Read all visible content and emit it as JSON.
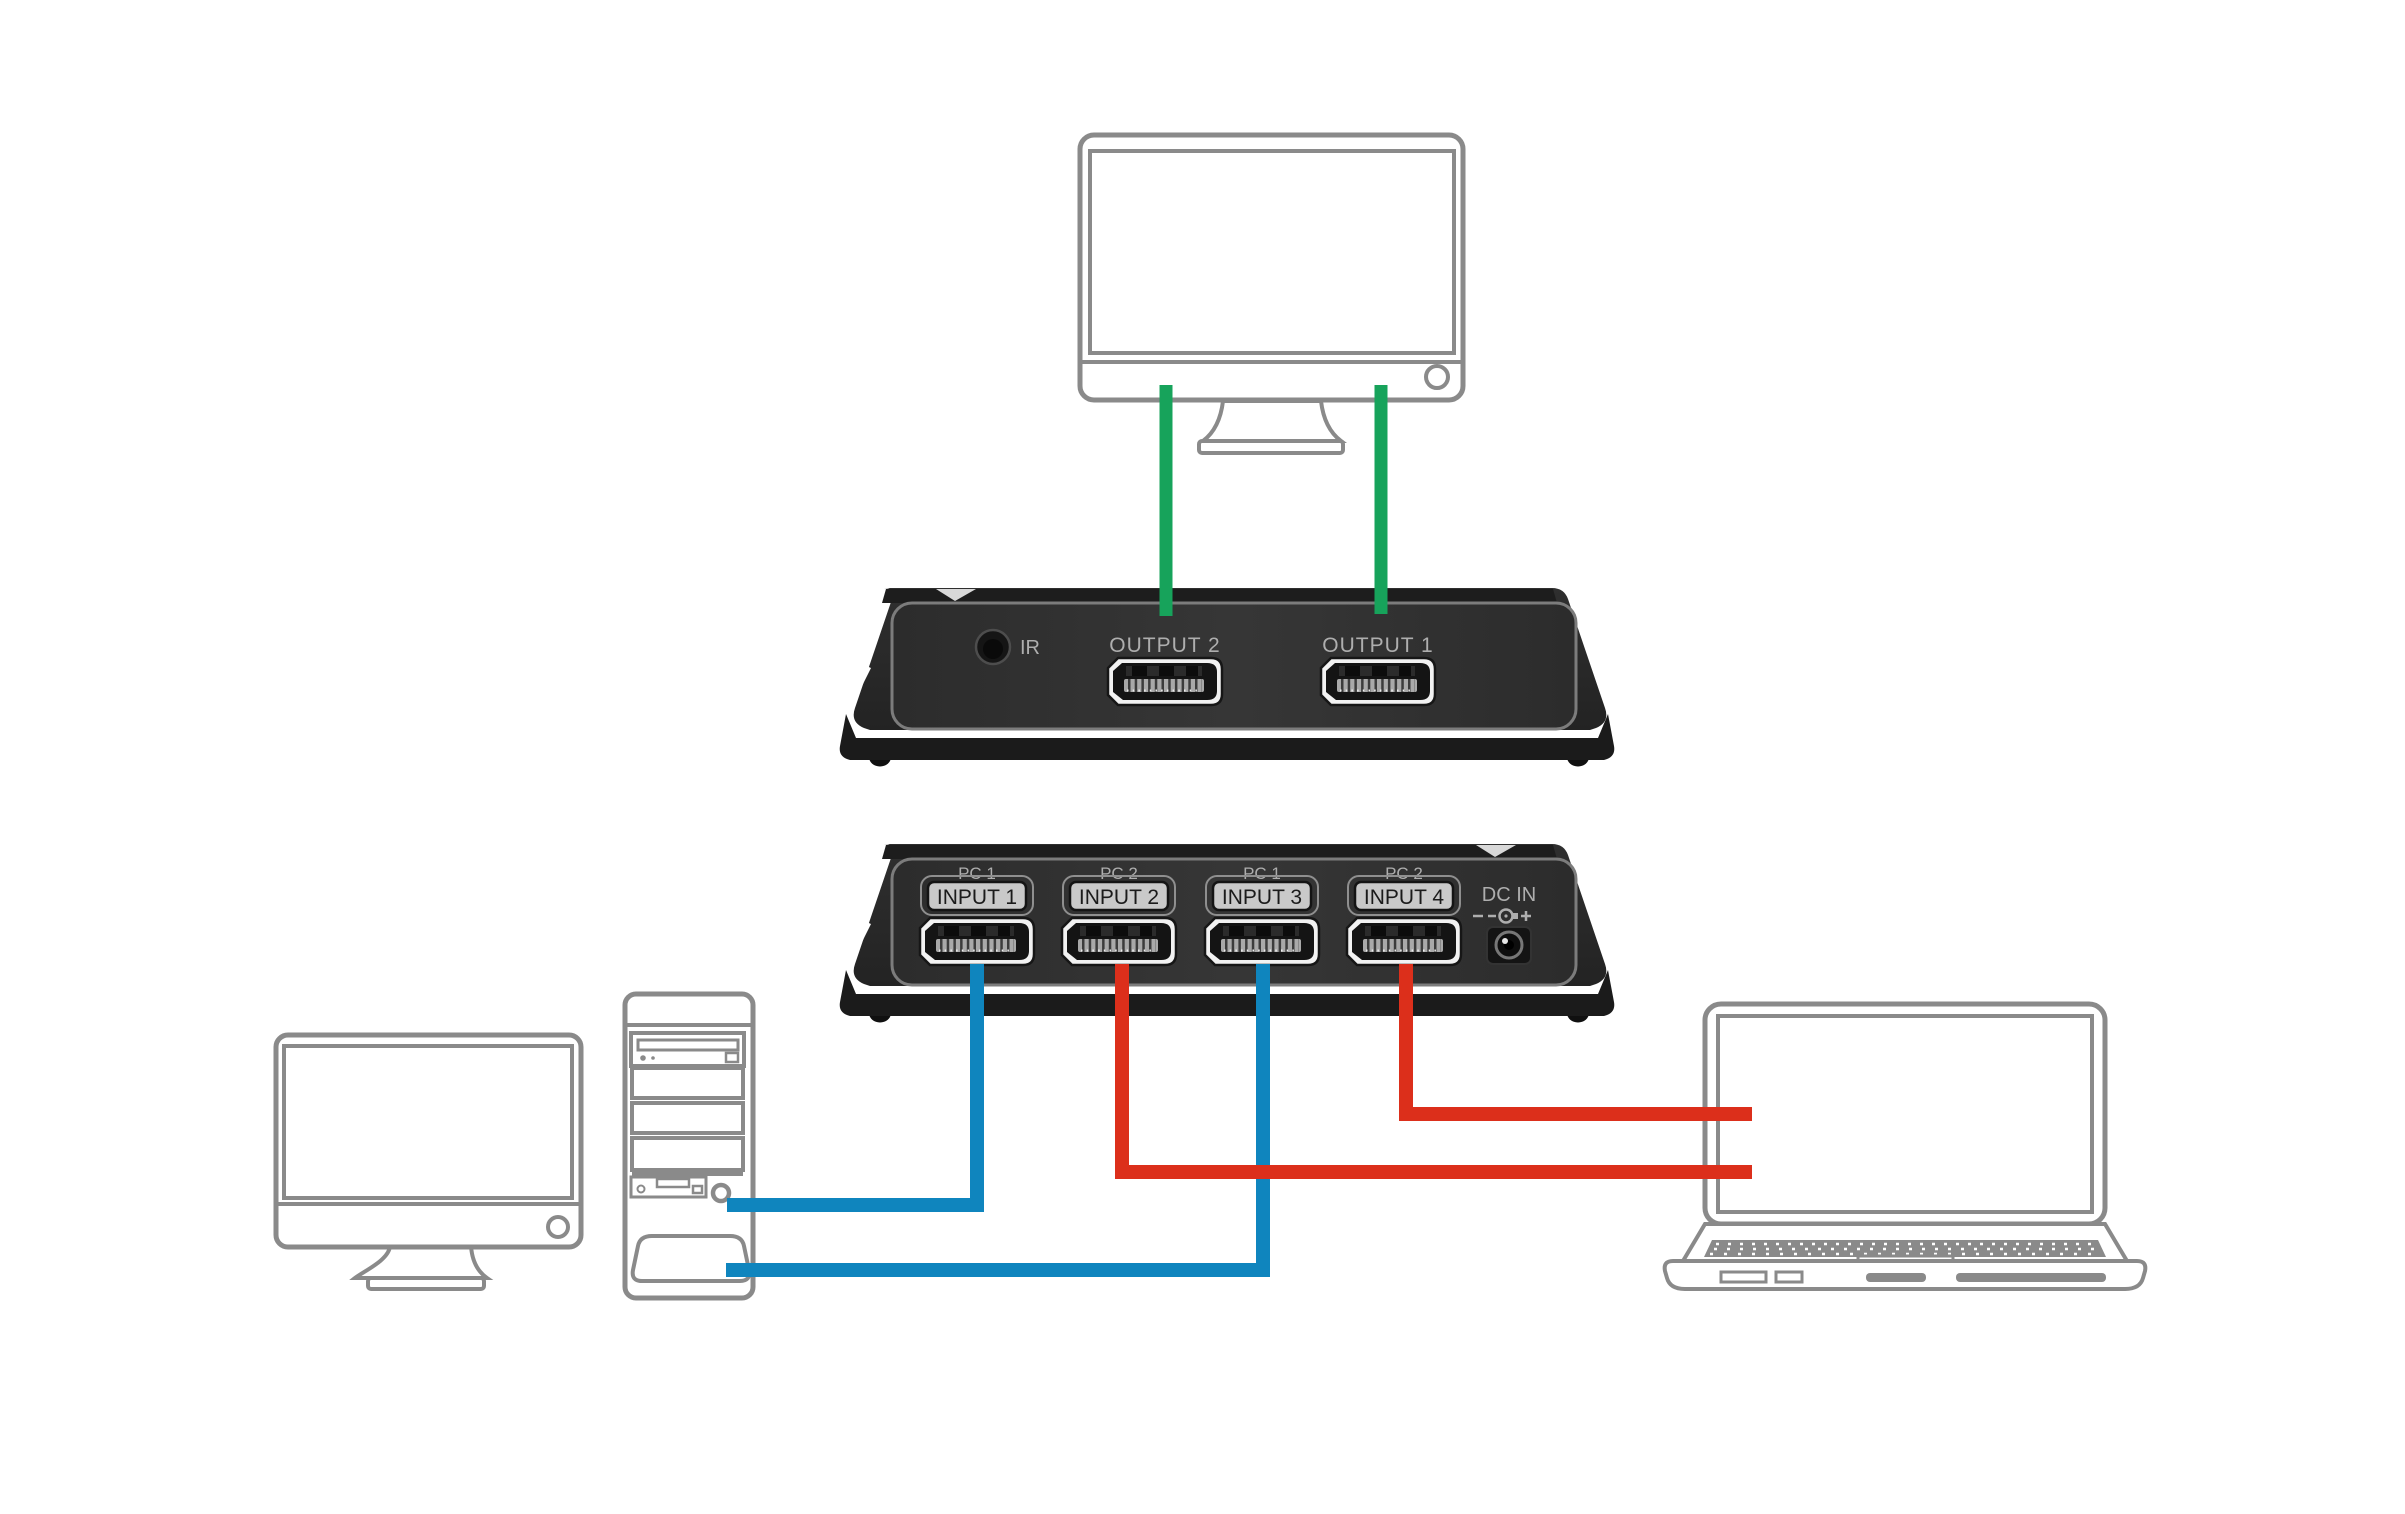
{
  "diagram": {
    "colors": {
      "background": "#ffffff",
      "outline_gray": "#8a8a8a",
      "device_body": "#2a2a2a",
      "device_panel": "#313131",
      "panel_border": "#7c7c7c",
      "badge_fill": "#c9c9c9",
      "label_gray": "#aeaeae",
      "cable_monitor_green": "#17a35b",
      "cable_pc_blue": "#0f85be",
      "cable_laptop_red": "#dc2f1b"
    },
    "switch_front": {
      "ir_label": "IR",
      "ports": [
        {
          "label": "OUTPUT 2"
        },
        {
          "label": "OUTPUT 1"
        }
      ]
    },
    "switch_rear": {
      "ports": [
        {
          "pc_label": "PC 1",
          "badge": "INPUT 1"
        },
        {
          "pc_label": "PC 2",
          "badge": "INPUT 2"
        },
        {
          "pc_label": "PC 1",
          "badge": "INPUT 3"
        },
        {
          "pc_label": "PC 2",
          "badge": "INPUT 4"
        }
      ],
      "dc": {
        "label": "DC IN",
        "minus": "−",
        "plus": "+"
      }
    },
    "cables": [
      {
        "color": "#17a35b",
        "port": "OUTPUT 2",
        "device": "monitor"
      },
      {
        "color": "#17a35b",
        "port": "OUTPUT 1",
        "device": "monitor"
      },
      {
        "color": "#0f85be",
        "port": "INPUT 1",
        "device": "desktop-pc"
      },
      {
        "color": "#dc2f1b",
        "port": "INPUT 2",
        "device": "laptop"
      },
      {
        "color": "#0f85be",
        "port": "INPUT 3",
        "device": "desktop-pc"
      },
      {
        "color": "#dc2f1b",
        "port": "INPUT 4",
        "device": "laptop"
      }
    ]
  }
}
